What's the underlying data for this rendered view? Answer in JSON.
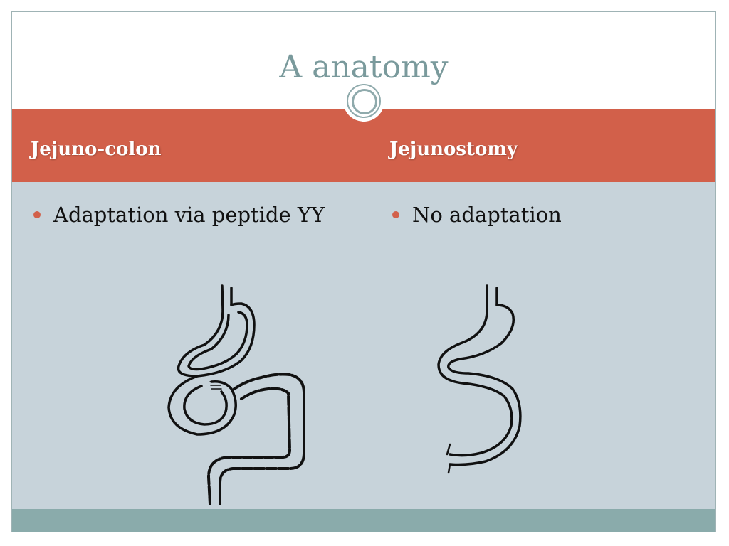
{
  "slide": {
    "title": "A anatomy",
    "columns": [
      {
        "heading": "Jejuno-colon",
        "bullet": "Adaptation via peptide YY"
      },
      {
        "heading": "Jejunostomy",
        "bullet": "No adaptation"
      }
    ],
    "illustrations": [
      {
        "icon": "jejuno-colon-anatomy-drawing"
      },
      {
        "icon": "jejunostomy-anatomy-drawing"
      }
    ]
  },
  "colors": {
    "title": "#7a9a9c",
    "header_band": "#d2604a",
    "body_background": "#c7d3da",
    "footer_band": "#8aabab",
    "bullet": "#d2604a"
  }
}
